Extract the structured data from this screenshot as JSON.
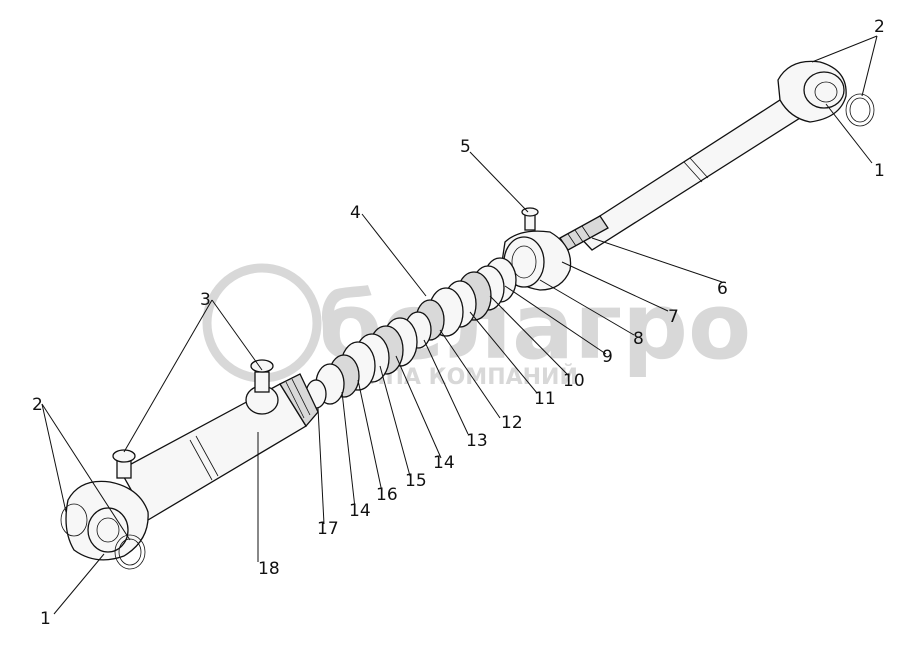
{
  "watermark": {
    "brand": "белагро",
    "subtitle": "ГРУППА КОМПАНИЙ"
  },
  "callouts": [
    "1",
    "1",
    "2",
    "2",
    "3",
    "4",
    "5",
    "6",
    "7",
    "8",
    "9",
    "10",
    "11",
    "12",
    "13",
    "14",
    "14",
    "15",
    "16",
    "17",
    "18"
  ],
  "colors": {
    "line": "#111111",
    "watermark": "#d8d8d8"
  }
}
